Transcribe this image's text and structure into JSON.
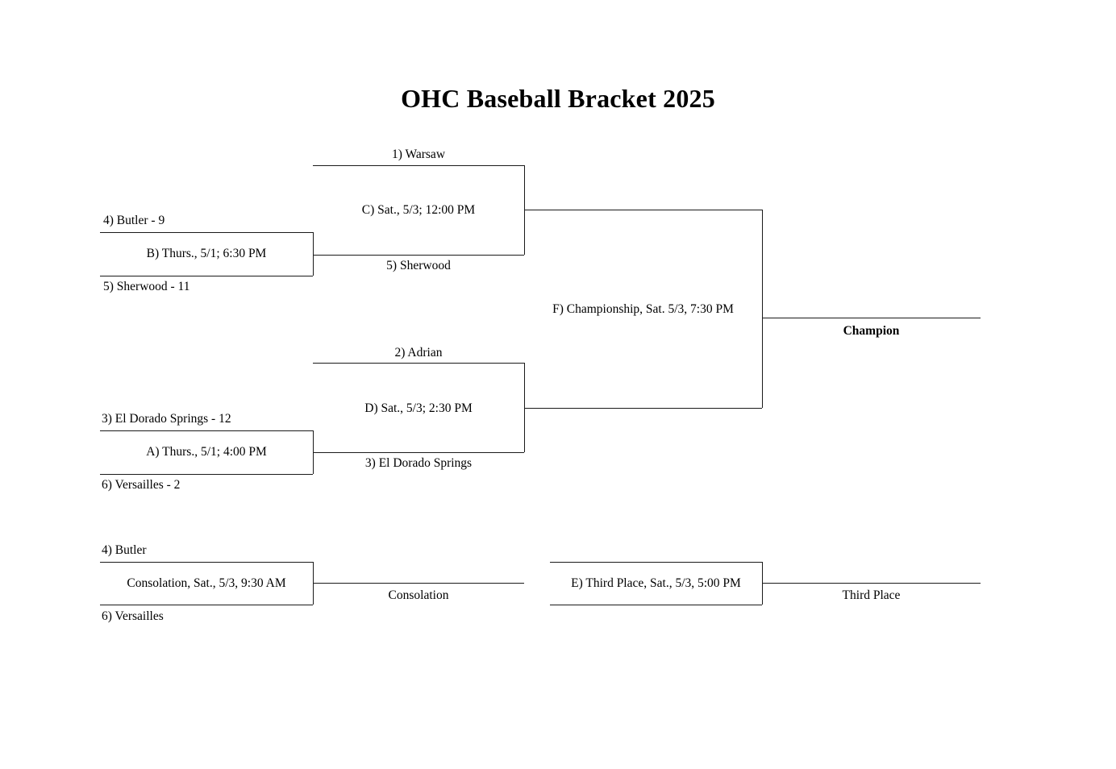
{
  "page": {
    "title": "OHC Baseball Bracket 2025",
    "background_color": "#ffffff",
    "line_color": "#1a1a1a"
  },
  "bracket": {
    "type": "single-elimination-with-consolation",
    "round1": {
      "games": [
        {
          "id": "B",
          "label": "B) Thurs., 5/1; 6:30 PM",
          "top_team": "4) Butler   - 9",
          "bottom_team": "5) Sherwood    - 11",
          "winner": "5) Sherwood"
        },
        {
          "id": "A",
          "label": "A) Thurs., 5/1; 4:00 PM",
          "top_team": "3) El Dorado Springs   - 12",
          "bottom_team": "6) Versailles   - 2",
          "winner": "3) El Dorado Springs"
        }
      ]
    },
    "round2": {
      "games": [
        {
          "id": "C",
          "label": "C) Sat., 5/3; 12:00 PM",
          "top_team": "1) Warsaw",
          "bottom_team": "5) Sherwood"
        },
        {
          "id": "D",
          "label": "D) Sat., 5/3; 2:30 PM",
          "top_team": "2) Adrian",
          "bottom_team": "3) El Dorado Springs"
        }
      ]
    },
    "final": {
      "id": "F",
      "label": "F) Championship, Sat. 5/3, 7:30 PM",
      "outcome": "Champion"
    },
    "consolation": {
      "game": {
        "label": "Consolation, Sat., 5/3, 9:30 AM",
        "top_team": "4) Butler",
        "bottom_team": "6) Versailles",
        "outcome": "Consolation"
      },
      "third_place": {
        "id": "E",
        "label": "E) Third Place, Sat., 5/3, 5:00 PM",
        "outcome": "Third Place"
      }
    }
  }
}
